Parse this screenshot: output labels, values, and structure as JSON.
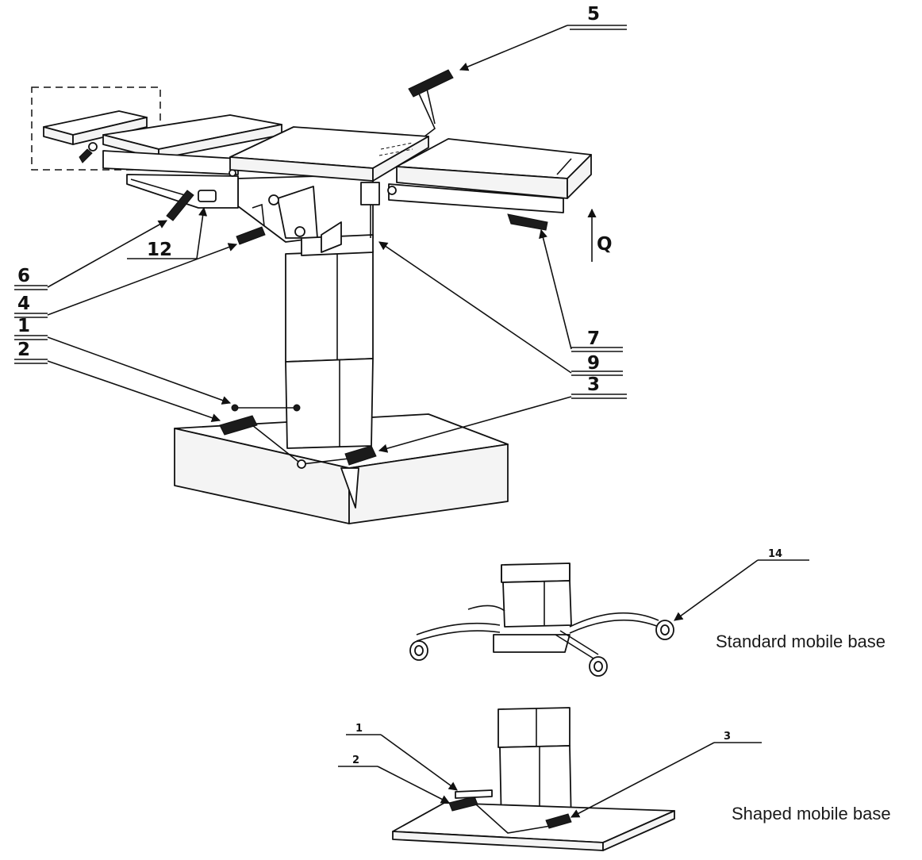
{
  "figure": {
    "callouts_main": {
      "c5": "5",
      "c6": "6",
      "c12": "12",
      "c4": "4",
      "c1": "1",
      "c2": "2",
      "c7": "7",
      "c9": "9",
      "c3": "3",
      "cQ": "Q"
    },
    "callouts_standard": {
      "c14": "14"
    },
    "callouts_shaped": {
      "c1": "1",
      "c2": "2",
      "c3": "3"
    },
    "captions": {
      "standard": "Standard mobile base",
      "shaped": "Shaped mobile base"
    }
  }
}
